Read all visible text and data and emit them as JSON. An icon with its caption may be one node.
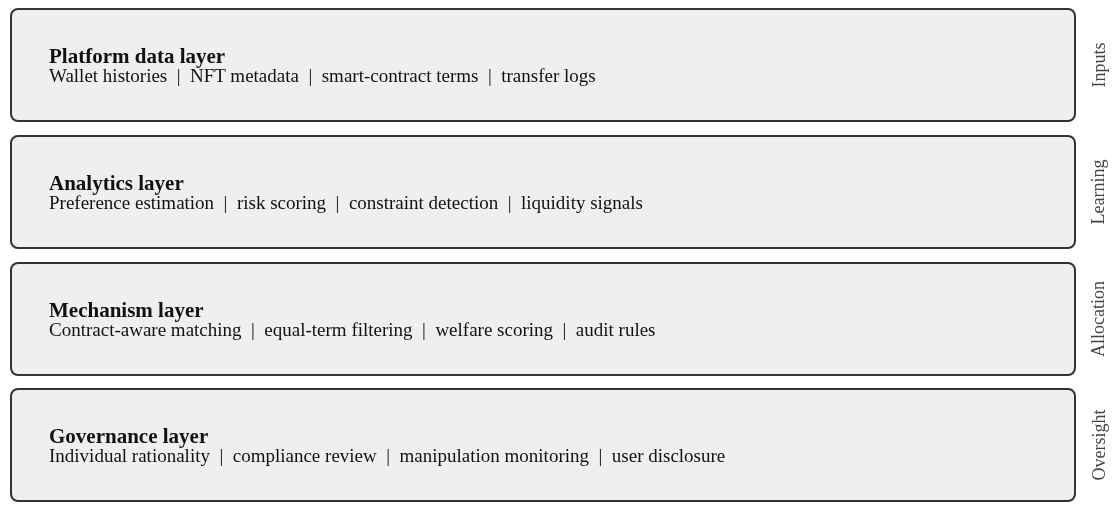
{
  "diagram": {
    "nodes": [
      {
        "text": [
          "Platform data layer",
          "Wallet histories | NFT metadata | smart-contract terms | transfer logs"
        ],
        "beside": [
          "Inputs"
        ]
      },
      {
        "text": [
          "Analytics layer",
          "Preference estimation | risk scoring | constraint detection | liquidity signals"
        ],
        "beside": [
          "Learning"
        ]
      },
      {
        "text": [
          "Mechanism layer",
          "Contract-aware matching | equal-term filtering | welfare scoring | audit rules"
        ],
        "beside": [
          "Allocation"
        ]
      },
      {
        "text": [
          "Governance layer",
          "Individual rationality | compliance review | manipulation monitoring | user disclosure"
        ],
        "beside": [
          "Oversight"
        ]
      }
    ]
  }
}
